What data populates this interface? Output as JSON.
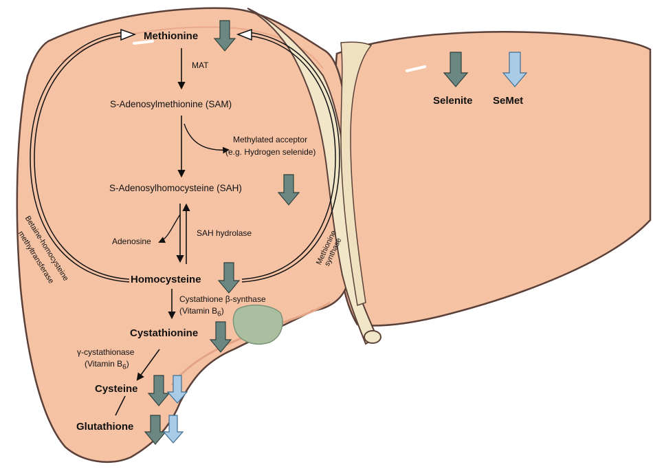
{
  "diagram": {
    "nodes": {
      "methionine": "Methionine",
      "sam": "S-Adenosylmethionine (SAM)",
      "sah": "S-Adenosylhomocysteine (SAH)",
      "homocysteine": "Homocysteine",
      "cystathionine": "Cystathionine",
      "cysteine": "Cysteine",
      "glutathione": "Glutathione",
      "selenite": "Selenite",
      "semet": "SeMet"
    },
    "enzymes": {
      "mat": "MAT",
      "methylated_acceptor_1": "Methylated acceptor",
      "methylated_acceptor_2": "(e.g. Hydrogen selenide)",
      "adenosine": "Adenosine",
      "sah_hydrolase": "SAH hydrolase",
      "cbs_1": "Cystathione β-synthase",
      "cbs_2_prefix": "(Vitamin B",
      "cbs_2_sub": "6",
      "cbs_2_suffix": ")",
      "cgl_1": "γ-cystathionase",
      "cgl_2_prefix": "(Vitamin B",
      "cgl_2_sub": "6",
      "cgl_2_suffix": ")",
      "bhmt_1": "Betaine-homocysteine",
      "bhmt_2": "methyltransferase",
      "ms_1": "Methionine",
      "ms_2": "synthase"
    },
    "colors": {
      "liver": "#f5c2a4",
      "liver_outline": "#5a4038",
      "ligament": "#f2e6c9",
      "gallbladder": "#a9bfa0",
      "arrow_down_dark": "#6b8781",
      "arrow_down_light": "#a9cbe6"
    }
  }
}
